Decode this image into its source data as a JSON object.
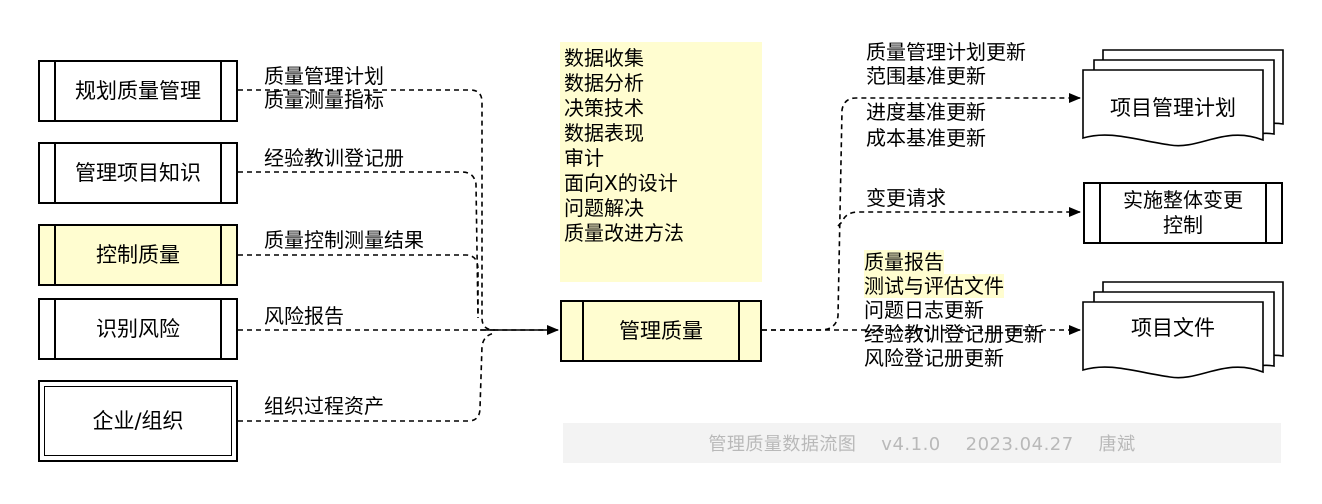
{
  "inputs": {
    "processes": [
      {
        "label": "规划质量管理"
      },
      {
        "label": "管理项目知识"
      },
      {
        "label": "控制质量"
      },
      {
        "label": "识别风险"
      },
      {
        "label": "企业/组织"
      }
    ],
    "flows": [
      {
        "label": "质量管理计划"
      },
      {
        "label": "质量测量指标"
      },
      {
        "label": "经验教训登记册"
      },
      {
        "label": "质量控制测量结果"
      },
      {
        "label": "风险报告"
      },
      {
        "label": "组织过程资产"
      }
    ]
  },
  "central": {
    "label": "管理质量"
  },
  "tools": [
    "数据收集",
    "数据分析",
    "决策技术",
    "数据表现",
    "审计",
    "面向X的设计",
    "问题解决",
    "质量改进方法"
  ],
  "outputs": {
    "plan_updates": [
      "质量管理计划更新",
      "范围基准更新",
      "进度基准更新",
      "成本基准更新"
    ],
    "change_request": "变更请求",
    "doc_outputs": [
      "质量报告",
      "测试与评估文件",
      "问题日志更新",
      "经验教训登记册更新",
      "风险登记册更新"
    ],
    "highlighted_doc_outputs": [
      "质量报告",
      "测试与评估文件"
    ],
    "targets": {
      "plan": "项目管理计划",
      "change": "实施整体变更控制",
      "docs": "项目文件"
    }
  },
  "colors": {
    "highlight": "#fffdd0",
    "line": "#000000",
    "footer_bg": "#f3f3f3",
    "footer_text": "#b9b9b9"
  },
  "footer": "管理质量数据流图    v4.1.0    2023.04.27    唐斌"
}
